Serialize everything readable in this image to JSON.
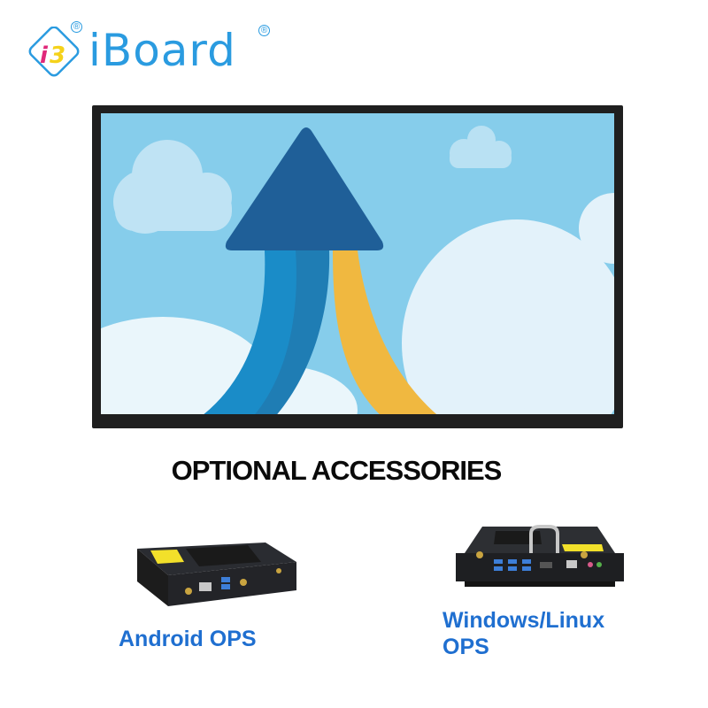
{
  "brand": {
    "mark_text": "i3",
    "name": "iBoard",
    "registered_symbol": "®",
    "colors": {
      "primary": "#2a9be0",
      "mark_i": "#e0287a",
      "mark_3": "#f5d21a"
    }
  },
  "hero": {
    "type": "interactive-display",
    "screen_graphic": "upward-arrow-over-clouds",
    "colors": {
      "sky": "#86cdeb",
      "arrow": "#1f5f98",
      "arrow_light": "#1a8cc8",
      "accent": "#f0b840",
      "cloud": "#e6f4fb",
      "bezel": "#1f1f1f"
    }
  },
  "section": {
    "title": "OPTIONAL ACCESSORIES"
  },
  "accessories": [
    {
      "name": "Android OPS",
      "image": "android-ops-box"
    },
    {
      "name": "Windows/Linux OPS",
      "line1": "Windows/Linux",
      "line2": "OPS",
      "image": "windows-linux-ops-module"
    }
  ]
}
